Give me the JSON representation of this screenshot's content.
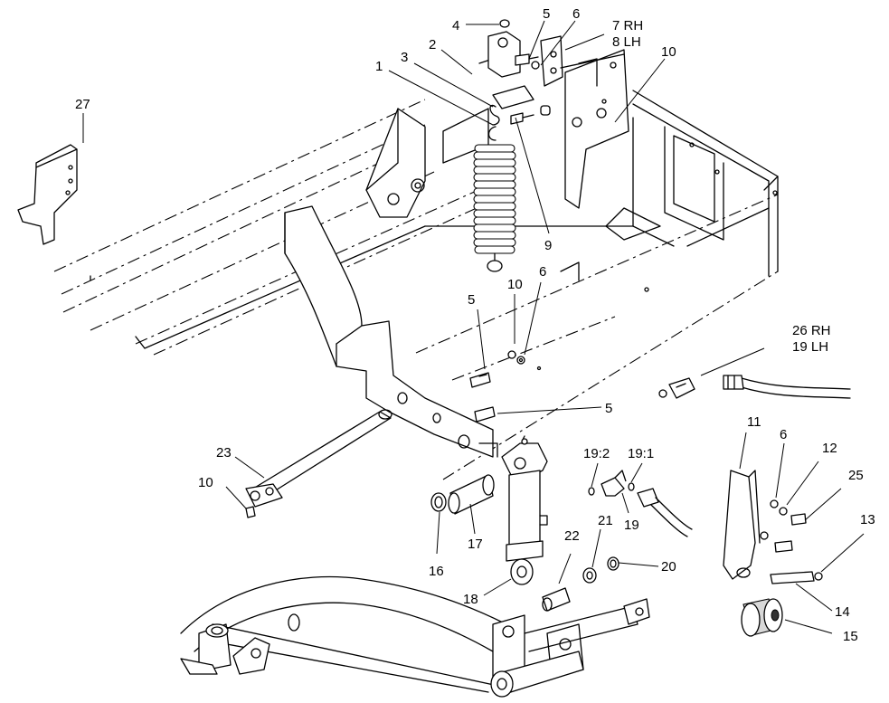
{
  "callouts": {
    "c1": "1",
    "c2": "2",
    "c3": "3",
    "c4": "4",
    "c5a": "5",
    "c6a": "6",
    "c7": "7 RH",
    "c8": "8 LH",
    "c10a": "10",
    "c9": "9",
    "c27": "27",
    "c5b": "5",
    "c10b": "10",
    "c6b": "6",
    "c5c": "5",
    "c26": "26 RH",
    "c19lh": "19 LH",
    "c11": "11",
    "c6c": "6",
    "c12": "12",
    "c25": "25",
    "c13": "13",
    "c14": "14",
    "c15": "15",
    "c23": "23",
    "c10c": "10",
    "c16": "16",
    "c17": "17",
    "c18": "18",
    "c192": "19:2",
    "c191": "19:1",
    "c19": "19",
    "c21": "21",
    "c22": "22",
    "c20": "20"
  }
}
